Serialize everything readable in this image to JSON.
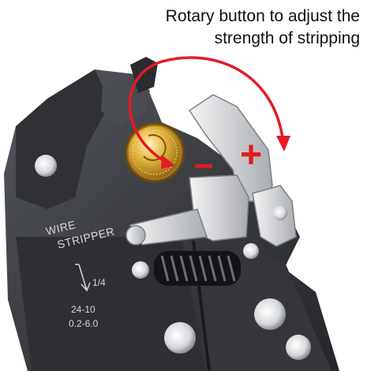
{
  "caption": {
    "line1": "Rotary button to adjust the",
    "line2": "strength of stripping"
  },
  "tool_markings": {
    "line1": "WIRE",
    "line2": "STRIPPER",
    "fraction": "1/4",
    "gauge_range": "24-10",
    "mm_range": "0.2-6.0"
  },
  "symbols": {
    "minus": "−",
    "plus": "+"
  },
  "colors": {
    "accent": "#e31b23",
    "body": "#3a3c40",
    "knob": "#d8a630"
  }
}
